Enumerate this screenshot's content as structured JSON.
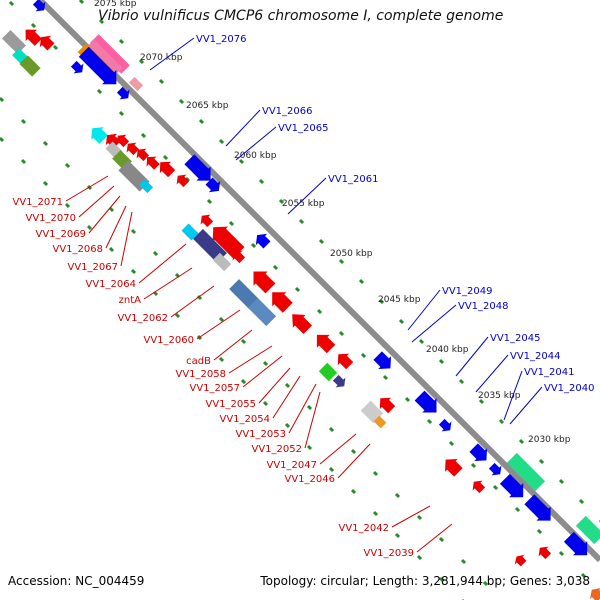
{
  "title": "Vibrio vulnificus CMCP6 chromosome I, complete genome",
  "footer": {
    "accession": "Accession: NC_004459",
    "topology": "Topology: circular; Length: 3,281,944 bp; Genes: 3,038"
  },
  "colors": {
    "backbone": "#8c8c8c",
    "forward_label": "#0000cc",
    "reverse_label": "#cc0000",
    "forward_gene": "#0000ee",
    "reverse_gene": "#ee0000",
    "tick_dots": "#2a8a2a"
  },
  "scale_ticks": [
    "2075 kbp",
    "2070 kbp",
    "2065 kbp",
    "2060 kbp",
    "2055 kbp",
    "2050 kbp",
    "2045 kbp",
    "2040 kbp",
    "2035 kbp",
    "2030 kbp"
  ],
  "forward_labels": [
    "VV1_2076",
    "VV1_2066",
    "VV1_2065",
    "VV1_2061",
    "VV1_2049",
    "VV1_2048",
    "VV1_2045",
    "VV1_2044",
    "VV1_2041",
    "VV1_2040"
  ],
  "reverse_labels": [
    "VV1_2071",
    "VV1_2070",
    "VV1_2069",
    "VV1_2068",
    "VV1_2067",
    "VV1_2064",
    "zntA",
    "VV1_2062",
    "VV1_2060",
    "cadB",
    "VV1_2058",
    "VV1_2057",
    "VV1_2055",
    "VV1_2054",
    "VV1_2053",
    "VV1_2052",
    "VV1_2047",
    "VV1_2046",
    "VV1_2042",
    "VV1_2039"
  ]
}
